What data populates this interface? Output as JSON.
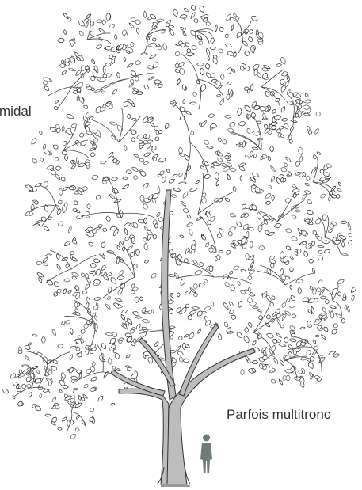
{
  "labels": {
    "crown_shape": "midal",
    "trunk_note": "Parfois multitronc"
  },
  "colors": {
    "text": "#333333",
    "ink": "#2a2a2a",
    "bark": "#b9b9b9",
    "human_silhouette": "#6f7a7a"
  },
  "illustration": {
    "subject": "tree-drawing",
    "scale_figure": "human-silhouette-icon"
  }
}
